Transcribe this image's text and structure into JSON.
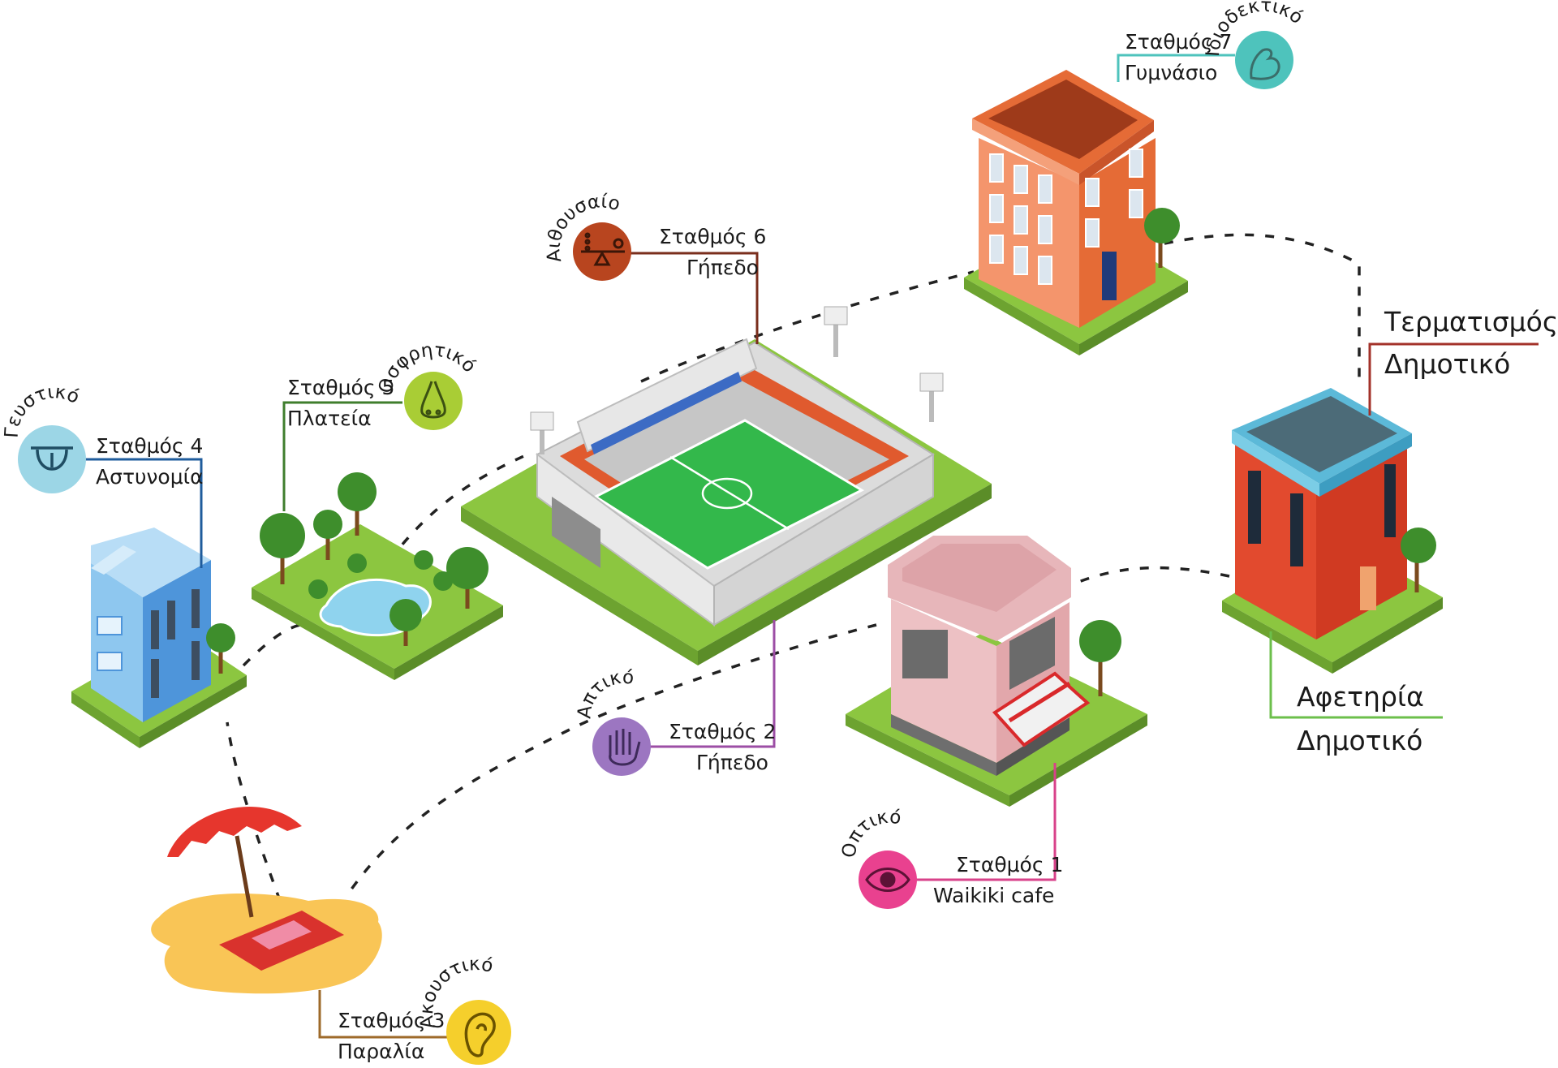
{
  "start": {
    "title": "Αφετηρία",
    "place": "Δημοτικό"
  },
  "finish": {
    "title": "Τερματισμός",
    "place": "Δημοτικό"
  },
  "stations": [
    {
      "id": 1,
      "label": "Σταθμός 1",
      "place": "Waikiki cafe",
      "sense": "Οπτικό",
      "icon": "eye-icon",
      "color": "#E9418F"
    },
    {
      "id": 2,
      "label": "Σταθμός 2",
      "place": "Γήπεδο",
      "sense": "Απτικό",
      "icon": "hand-icon",
      "color": "#9C76C1"
    },
    {
      "id": 3,
      "label": "Σταθμός 3",
      "place": "Παραλία",
      "sense": "Ακουστικό",
      "icon": "ear-icon",
      "color": "#F5CF2C"
    },
    {
      "id": 4,
      "label": "Σταθμός 4",
      "place": "Αστυνομία",
      "sense": "Γευστικό",
      "icon": "tongue-icon",
      "color": "#9CD6E6"
    },
    {
      "id": 5,
      "label": "Σταθμός 5",
      "place": "Πλατεία",
      "sense": "Οσφρητικό",
      "icon": "nose-icon",
      "color": "#A9CD35"
    },
    {
      "id": 6,
      "label": "Σταθμός 6",
      "place": "Γήπεδο",
      "sense": "Αιθουσαίο",
      "icon": "balance-icon",
      "color": "#B8451F"
    },
    {
      "id": 7,
      "label": "Σταθμός 7",
      "place": "Γυμνάσιο",
      "sense": "Ιδιοδεκτικό",
      "icon": "arm-icon",
      "color": "#4EC3BC"
    }
  ],
  "colors": {
    "grass": "#8CC640",
    "grass_dark": "#6DA330",
    "route_dash": "#222222",
    "start_line": "#6CBF4B",
    "finish_line": "#A3322A"
  }
}
